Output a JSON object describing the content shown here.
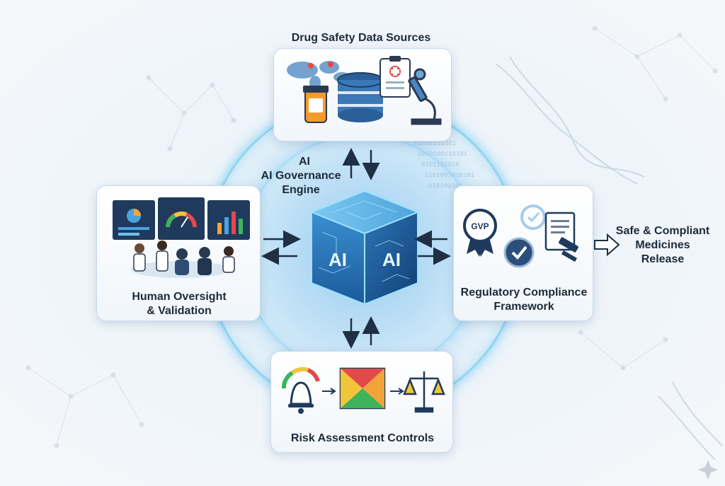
{
  "diagram": {
    "center": {
      "caption_line1": "AI",
      "caption_line2": "AI Governance",
      "caption_line3": "Engine",
      "cube_text_left": "AI",
      "cube_text_right": "AI"
    },
    "top_card": {
      "title": "Drug Safety Data Sources"
    },
    "left_card": {
      "title_line1": "Human Oversight",
      "title_line2": "& Validation"
    },
    "right_card": {
      "title_line1": "Regulatory Compliance",
      "title_line2": "Framework",
      "badge_text": "GVP"
    },
    "bottom_card": {
      "title": "Risk Assessment Controls"
    },
    "output": {
      "line1": "Safe & Compliant",
      "line2": "Medicines",
      "line3": "Release"
    }
  },
  "colors": {
    "accent": "#2f6fb3",
    "text": "#1c2a3a",
    "glow": "#5ab4e8",
    "arrow": "#1f2f44"
  }
}
